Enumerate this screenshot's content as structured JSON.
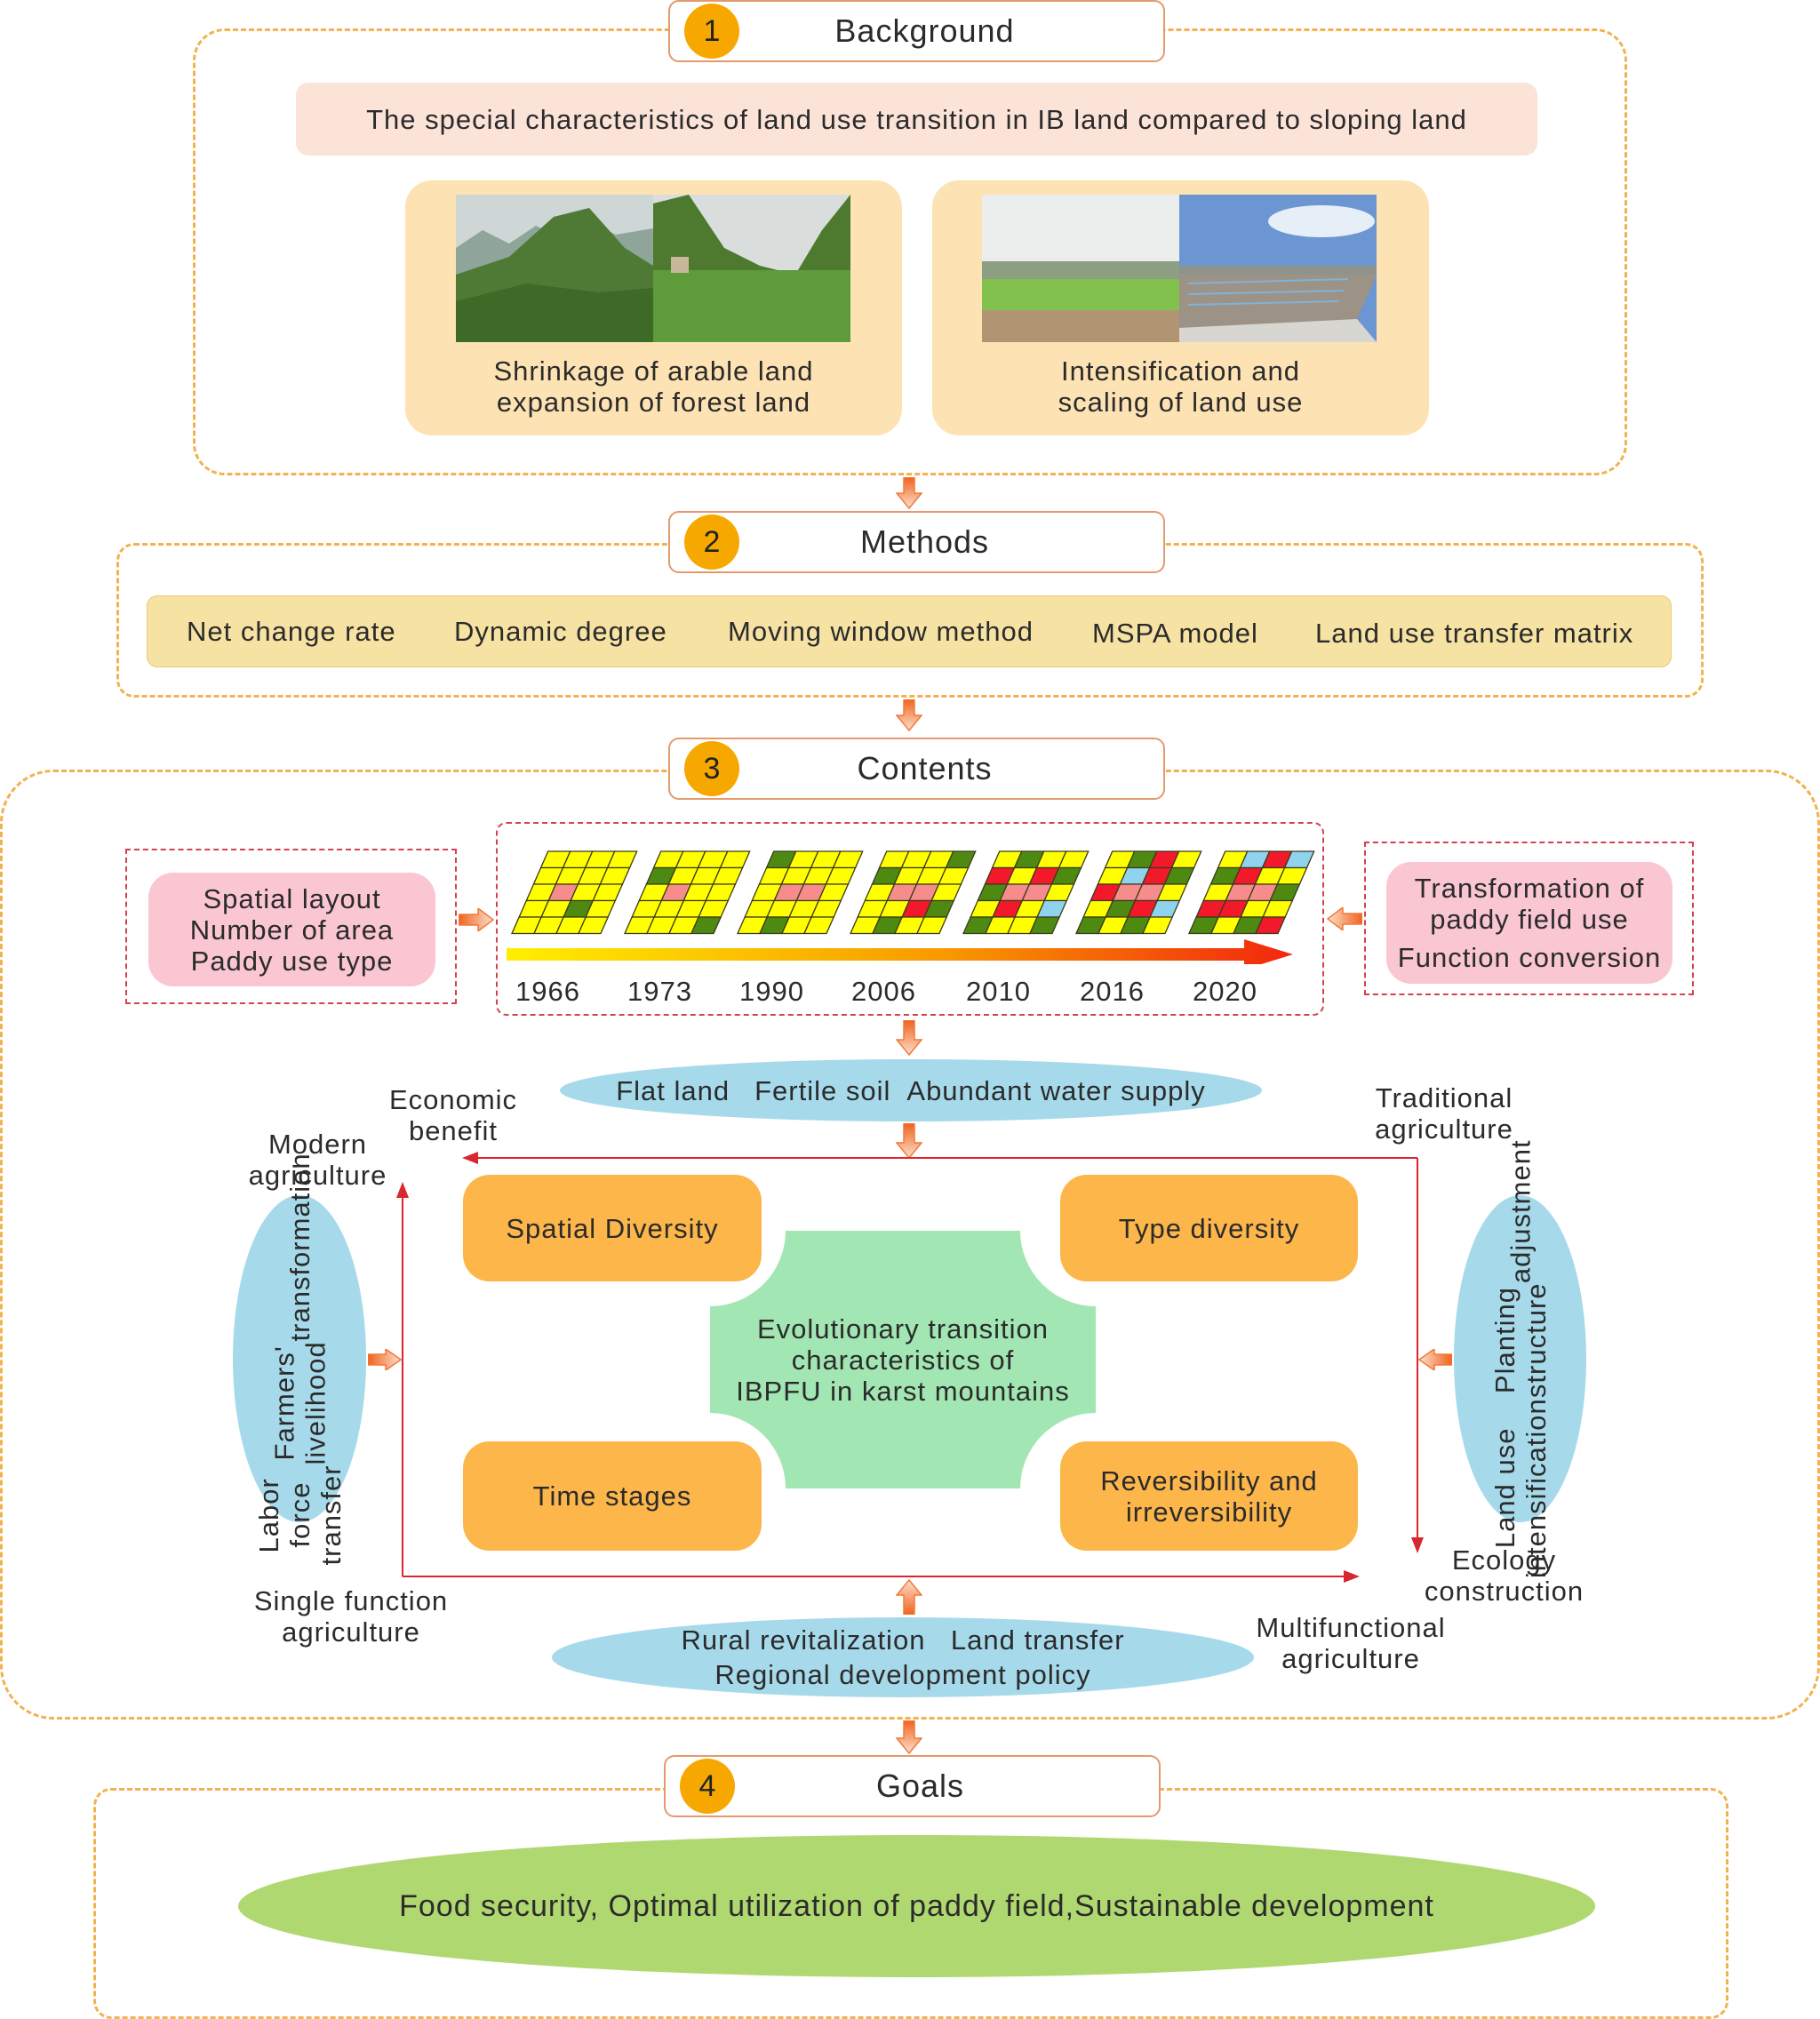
{
  "sections": {
    "background": {
      "number": "1",
      "title": "Background"
    },
    "methods": {
      "number": "2",
      "title": "Methods"
    },
    "contents": {
      "number": "3",
      "title": "Contents"
    },
    "goals": {
      "number": "4",
      "title": "Goals"
    }
  },
  "background": {
    "banner": "The special characteristics of land use transition in IB land compared to sloping land",
    "cards": [
      {
        "line1": "Shrinkage of arable land",
        "line2": "expansion of forest land",
        "photos": [
          "karst-mountain-forest-photo",
          "cornfield-valley-photo"
        ]
      },
      {
        "line1": "Intensification and",
        "line2": "scaling of land use",
        "photos": [
          "paddy-field-village-photo",
          "greenhouse-farm-photo"
        ]
      }
    ]
  },
  "methods": {
    "items": [
      "Net change rate",
      "Dynamic degree",
      "Moving window method",
      "MSPA model",
      "Land use transfer matrix"
    ]
  },
  "contents": {
    "left_factors": [
      "Spatial layout",
      "Number of area",
      "Paddy use type"
    ],
    "right_factors": [
      "Transformation of",
      "paddy field use",
      "Function conversion"
    ],
    "years": [
      "1966",
      "1973",
      "1990",
      "2006",
      "2010",
      "2016",
      "2020"
    ],
    "grid_legend": {
      "Y": "#ffff00",
      "G": "#4e8a12",
      "P": "#f78c8c",
      "R": "#f2192b",
      "B": "#8fd3ee"
    },
    "grids": [
      [
        "YYYY",
        "YYYY",
        "YPYY",
        "YYGY",
        "YYYY"
      ],
      [
        "YYYY",
        "GYYY",
        "YPYY",
        "YYYY",
        "YYYG"
      ],
      [
        "GYYY",
        "YYYY",
        "YPPY",
        "YYYY",
        "YGYY"
      ],
      [
        "YYYG",
        "GYYY",
        "YPPY",
        "YYRG",
        "YGYY"
      ],
      [
        "YGYY",
        "RYRG",
        "GPPY",
        "YRYB",
        "GYYG"
      ],
      [
        "YGRY",
        "YBRG",
        "RPPY",
        "YGRB",
        "GYGY"
      ],
      [
        "YBRB",
        "GRYY",
        "YPPG",
        "RRYY",
        "GYGR"
      ]
    ],
    "conditions": [
      "Flat land",
      "Fertile soil",
      "Abundant water supply"
    ],
    "corner_labels": {
      "economic_benefit": [
        "Economic",
        "benefit"
      ],
      "modern_agriculture": [
        "Modern",
        "agriculture"
      ],
      "traditional_agriculture": [
        "Traditional",
        "agriculture"
      ],
      "single_function": [
        "Single function",
        "agriculture"
      ],
      "ecology_construction": [
        "Ecology",
        "construction"
      ],
      "multifunctional": [
        "Multifunctional",
        "agriculture"
      ]
    },
    "left_drivers": [
      "Labor force transfer",
      "Farmers' livelihood",
      "transformation"
    ],
    "right_drivers": [
      "Land use intensification",
      "Planting structure",
      "adjustment"
    ],
    "quadrants": {
      "spatial": "Spatial Diversity",
      "type": "Type diversity",
      "time": "Time stages",
      "reversibility": [
        "Reversibility and",
        "irreversibility"
      ]
    },
    "center": [
      "Evolutionary transition",
      "characteristics of",
      "IBPFU in karst mountains"
    ],
    "policy": [
      "Rural revitalization",
      "Land transfer",
      "Regional development policy"
    ]
  },
  "goals": {
    "text": "Food security, Optimal utilization of paddy field,Sustainable development"
  },
  "colors": {
    "badge": "#f6a800",
    "dashed_orange": "#f2b24f",
    "dashed_red": "#d2424f",
    "banner": "#fbe3d8",
    "card": "#fde3b3",
    "methods_bar": "#f6e2a3",
    "pink_box": "#f9c6d1",
    "quadrant": "#fdb64a",
    "center": "#a2e7b3",
    "ellipse_blue": "#a6daeb",
    "goal_green": "#b0d870",
    "flow_red": "#d92630"
  }
}
